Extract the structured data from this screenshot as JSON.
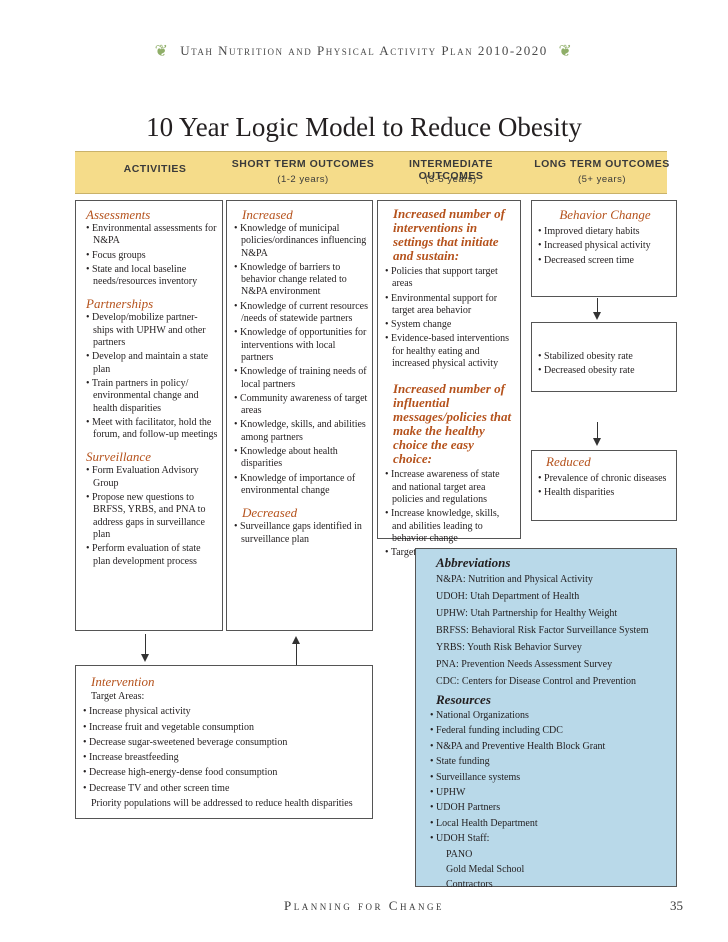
{
  "header": {
    "running_title": "Utah Nutrition and Physical Activity Plan 2010-2020",
    "ornament": "❦"
  },
  "page_title": "10 Year Logic Model to Reduce Obesity",
  "columns": [
    {
      "label": "ACTIVITIES",
      "sub": ""
    },
    {
      "label": "SHORT TERM OUTCOMES",
      "sub": "(1-2 years)"
    },
    {
      "label": "INTERMEDIATE OUTCOMES",
      "sub": "(3-5 years)"
    },
    {
      "label": "LONG TERM OUTCOMES",
      "sub": "(5+ years)"
    }
  ],
  "activities": {
    "assessments": {
      "title": "Assessments",
      "items": [
        "• Environmental assessments for N&PA",
        "• Focus groups",
        "• State and local baseline needs/resources inventory"
      ]
    },
    "partnerships": {
      "title": "Partnerships",
      "items": [
        "• Develop/mobilize partner-ships with UPHW and other partners",
        "• Develop and maintain a state plan",
        "• Train partners in policy/ environmental change and health disparities",
        "• Meet with facilitator, hold the forum, and follow-up meetings"
      ]
    },
    "surveillance": {
      "title": "Surveillance",
      "items": [
        "• Form Evaluation Advisory Group",
        "• Propose new questions to BRFSS, YRBS, and PNA to address gaps in surveillance plan",
        "• Perform evaluation of state plan development process"
      ]
    }
  },
  "short_term": {
    "increased": {
      "title": "Increased",
      "items": [
        "• Knowledge of municipal policies/ordinances influencing N&PA",
        "• Knowledge of barriers to behavior change related to N&PA environment",
        "• Knowledge of current resources /needs of statewide partners",
        "• Knowledge of opportunities for interventions with local partners",
        "• Knowledge of training needs of local partners",
        "• Community awareness of target areas",
        "• Knowledge, skills, and abilities among partners",
        "• Knowledge about health disparities",
        "• Knowledge of importance of environmental change"
      ]
    },
    "decreased": {
      "title": "Decreased",
      "items": [
        "• Surveillance gaps identified in surveillance plan"
      ]
    }
  },
  "intermediate": {
    "settings": {
      "title": "Increased number of interventions in settings that initiate and sustain:",
      "items": [
        "• Policies that support target areas",
        "• Environmental support for target area behavior",
        "• System change",
        "• Evidence-based interventions for healthy eating and increased physical activity"
      ]
    },
    "messages": {
      "title": "Increased number of influential messages/policies that make the healthy choice the easy choice:",
      "items": [
        "• Increase awareness of state and national target area policies and regulations",
        "• Increase knowledge, skills, and abilities leading to behavior change",
        "• Targeted media campaigns"
      ]
    }
  },
  "long_term": {
    "behavior": {
      "title": "Behavior Change",
      "items": [
        "• Improved dietary habits",
        "• Increased physical activity",
        "• Decreased screen time"
      ]
    },
    "stabilized": {
      "items": [
        "• Stabilized obesity rate",
        "• Decreased obesity rate"
      ]
    },
    "reduced": {
      "title": "Reduced",
      "items": [
        "• Prevalence of chronic diseases",
        "• Health disparities"
      ]
    }
  },
  "intervention": {
    "title": "Intervention",
    "target_label": "Target Areas:",
    "items": [
      "• Increase physical activity",
      "• Increase fruit and vegetable consumption",
      "• Decrease sugar-sweetened beverage consumption",
      "• Increase breastfeeding",
      "• Decrease high-energy-dense food consumption",
      "• Decrease TV and other screen time"
    ],
    "priority": "Priority populations will be addressed to reduce health disparities"
  },
  "abbreviations": {
    "title": "Abbreviations",
    "items": [
      "N&PA: Nutrition and Physical Activity",
      "UDOH: Utah Department of Health",
      "UPHW: Utah Partnership for Healthy Weight",
      "BRFSS: Behavioral Risk Factor Surveillance System",
      "YRBS: Youth Risk Behavior Survey",
      "PNA: Prevention Needs Assessment Survey",
      "CDC: Centers for Disease Control and Prevention"
    ]
  },
  "resources": {
    "title": "Resources",
    "items": [
      "• National Organizations",
      "• Federal funding including CDC",
      "• N&PA and Preventive Health Block Grant",
      "• State funding",
      "• Surveillance systems",
      "• UPHW",
      "• UDOH Partners",
      "• Local Health Department",
      "• UDOH Staff:"
    ],
    "staff": [
      "PANO",
      "Gold Medal School",
      "Contractors"
    ]
  },
  "footer": {
    "text": "Planning for Change",
    "page_number": "35"
  }
}
